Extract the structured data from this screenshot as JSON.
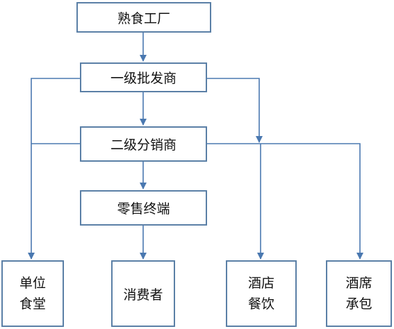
{
  "nodes": {
    "factory": "熟食工厂",
    "wholesaler1": "一级批发商",
    "distributor2": "二级分销商",
    "retail": "零售终端",
    "canteen": [
      "单位",
      "食堂"
    ],
    "consumer": "消费者",
    "hotel": [
      "酒店",
      "餐饮"
    ],
    "banquet": [
      "酒席",
      "承包"
    ]
  },
  "colors": {
    "line": "#4a78b0",
    "border": "#5a7fa6"
  }
}
